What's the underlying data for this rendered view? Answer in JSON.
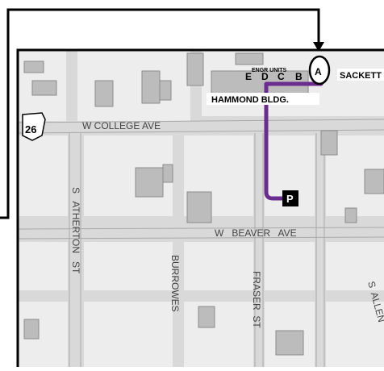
{
  "map": {
    "route_shield": "26",
    "streets": {
      "college": "W COLLEGE AVE",
      "beaver": "W   BEAVER   AVE",
      "atherton": "S   ATHERTON   ST",
      "burrowes": "BURROWES",
      "fraser": "FRASER  ST",
      "allen": "S  ALLEN"
    },
    "buildings": {
      "hammond": "HAMMOND BLDG.",
      "engr_units": "ENGR UNITS",
      "unit_e": "E",
      "unit_d": "D",
      "unit_c": "C",
      "unit_b": "B",
      "unit_a": "A",
      "sackett": "SACKETT"
    },
    "parking_label": "P",
    "colors": {
      "route": "#6b2c8f",
      "street": "#d9d9d9",
      "block": "#ededed",
      "building": "#bcbcbc",
      "pointer": "#000000"
    }
  }
}
